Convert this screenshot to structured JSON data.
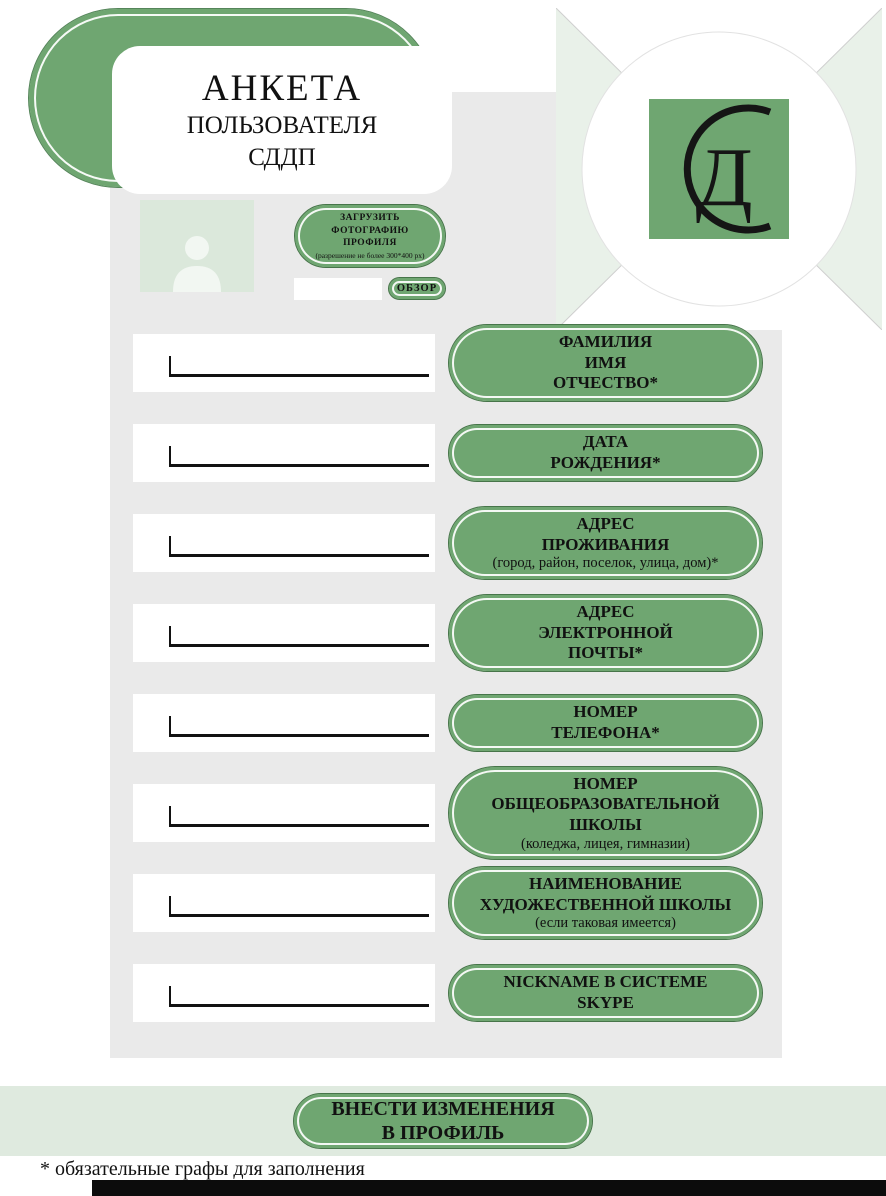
{
  "colors": {
    "accent_green": "#6fa671",
    "light_green": "#dfeadf",
    "panel_gray": "#eaeaea",
    "avatar_bg": "#dbe8db",
    "text": "#111111"
  },
  "header": {
    "title": "АНКЕТА",
    "subtitle": "ПОЛЬЗОВАТЕЛЯ\nСДДП"
  },
  "logo": {
    "monogram": "Д"
  },
  "photo": {
    "upload_label": "ЗАГРУЗИТЬ\nФОТОГРАФИЮ\nПРОФИЛЯ",
    "upload_note": "(разрешение не более 300*400 px)",
    "file_value": "",
    "browse_label": "ОБЗОР"
  },
  "fields": [
    {
      "label": "ФАМИЛИЯ\nИМЯ\nОТЧЕСТВО*",
      "note": "",
      "value": ""
    },
    {
      "label": "ДАТА\nРОЖДЕНИЯ*",
      "note": "",
      "value": ""
    },
    {
      "label": "АДРЕС\nПРОЖИВАНИЯ",
      "note": "(город, район, поселок, улица, дом)*",
      "value": ""
    },
    {
      "label": "АДРЕС\nЭЛЕКТРОННОЙ\nПОЧТЫ*",
      "note": "",
      "value": ""
    },
    {
      "label": "НОМЕР\nТЕЛЕФОНА*",
      "note": "",
      "value": ""
    },
    {
      "label": "НОМЕР\nОБЩЕОБРАЗОВАТЕЛЬНОЙ ШКОЛЫ",
      "note": "(коледжа, лицея, гимназии)",
      "value": ""
    },
    {
      "label": "НАИМЕНОВАНИЕ\nХУДОЖЕСТВЕННОЙ ШКОЛЫ",
      "note": "(если таковая имеется)",
      "value": ""
    },
    {
      "label": "NICKNAME В СИСТЕМЕ\nSKYPE",
      "note": "",
      "value": ""
    }
  ],
  "submit": {
    "label": "ВНЕСТИ ИЗМЕНЕНИЯ\nВ ПРОФИЛЬ"
  },
  "footer": {
    "required_note": "* обязательные графы для заполнения"
  }
}
